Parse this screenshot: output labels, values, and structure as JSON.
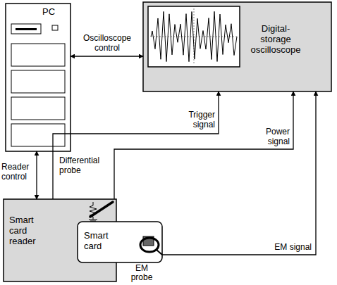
{
  "diagram": {
    "nodes": [
      {
        "text": [
          "PC"
        ]
      },
      {
        "text": [
          "Digital-storage oscilloscope"
        ]
      },
      {
        "text": [
          "Smart card reader"
        ]
      },
      {
        "text": [
          "Smart card"
        ]
      }
    ],
    "edges": [
      {
        "from": 0,
        "to": 1,
        "arrow": "both",
        "label": "Oscilloscope control"
      },
      {
        "from": 0,
        "to": 2,
        "arrow": "both",
        "label": "Reader control"
      },
      {
        "from": 2,
        "to": 1,
        "arrow": "to",
        "label": "Trigger signal"
      },
      {
        "from": 2,
        "to": 1,
        "arrow": "to",
        "label": "Power signal"
      },
      {
        "from": 3,
        "to": 1,
        "arrow": "to",
        "label": "EM signal"
      }
    ],
    "labels": [
      "Differential probe",
      "EM probe"
    ]
  }
}
